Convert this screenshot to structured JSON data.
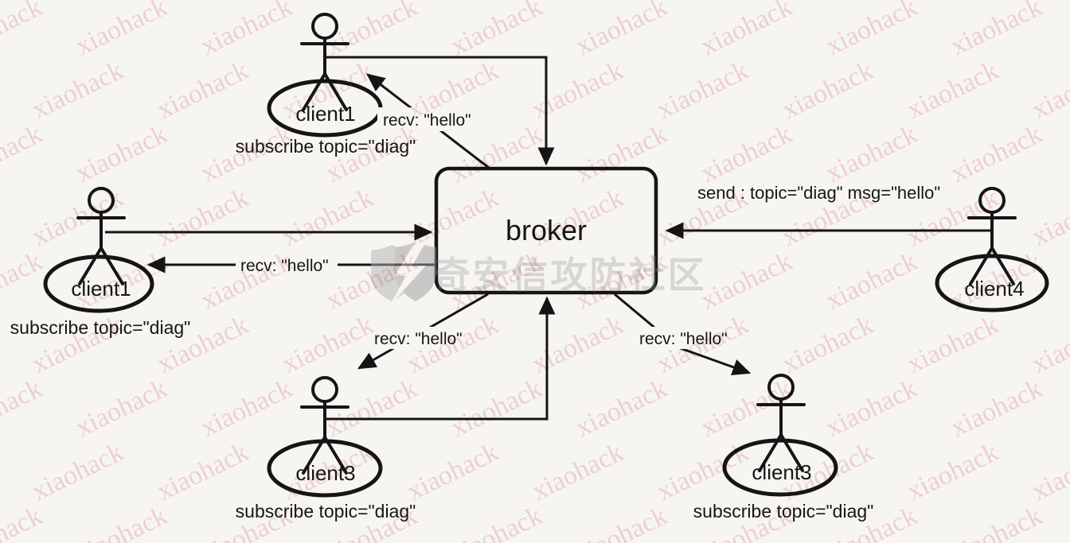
{
  "broker": {
    "label": "broker"
  },
  "actors": {
    "top": {
      "name": "client1",
      "caption": "subscribe topic=\"diag\""
    },
    "left": {
      "name": "client1",
      "caption": "subscribe topic=\"diag\""
    },
    "right": {
      "name": "client4"
    },
    "bottom_left": {
      "name": "client3",
      "caption": "subscribe topic=\"diag\""
    },
    "bottom_right": {
      "name": "client3",
      "caption": "subscribe topic=\"diag\""
    }
  },
  "messages": {
    "send": "send : topic=\"diag\" msg=\"hello\"",
    "recv_top": "recv: \"hello\"",
    "recv_left": "recv: \"hello\"",
    "recv_bottom_left": "recv: \"hello\"",
    "recv_bottom_right": "recv: \"hello\""
  },
  "watermark": {
    "tile_text": "xiaohack",
    "tile_color": "#e9bcb9",
    "center_text": "奇安信攻防社区",
    "center_color": "#8f8f8f",
    "logo": "qianxin-shield-lightning"
  },
  "colors": {
    "background": "#f7f5f2",
    "ink": "#151515",
    "watermark_pink": "#e9bcb9",
    "watermark_gray": "#8f8f8f"
  }
}
